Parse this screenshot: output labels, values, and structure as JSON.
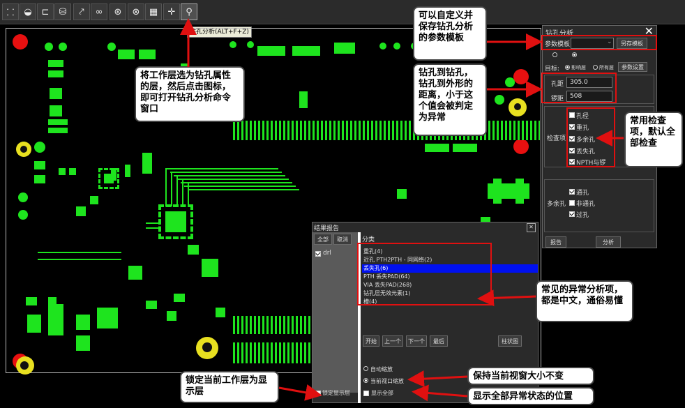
{
  "toolbar": {
    "icons": [
      "drill-path-icon",
      "layer-stack-icon",
      "netlist-icon",
      "database-icon",
      "route-icon",
      "chain-link-icon",
      "gear-circle-icon",
      "wheel-icon",
      "component-icon",
      "crosshair-icon",
      "magnifier-icon"
    ],
    "tooltip": "钻孔分析(ALT+F+Z)"
  },
  "drill_panel": {
    "title": "钻孔分析",
    "template_label": "参数模板:",
    "save_template_button": "另存模板",
    "target_label": "目标:",
    "target_option_affected": "影响层",
    "target_option_all": "所有层",
    "param_settings_button": "参数设置",
    "hole_distance_label": "孔距",
    "hole_distance_value": "305.0",
    "routing_distance_label": "锣距",
    "routing_distance_value": "508",
    "check_items_label": "检查项",
    "check_items": [
      {
        "label": "孔径",
        "checked": false
      },
      {
        "label": "重孔",
        "checked": true
      },
      {
        "label": "多余孔",
        "checked": true
      },
      {
        "label": "丢失孔",
        "checked": true
      },
      {
        "label": "NPTH与锣",
        "checked": true
      }
    ],
    "extra_holes_label": "多余孔",
    "extra_holes": [
      {
        "label": "通孔",
        "checked": true
      },
      {
        "label": "非通孔",
        "checked": false
      },
      {
        "label": "过孔",
        "checked": true
      }
    ],
    "report_button": "报告",
    "analyze_button": "分析"
  },
  "result_panel": {
    "title": "结果报告",
    "all_button": "全部",
    "cancel_button": "取消",
    "layer_name": "drl",
    "category_header": "分类",
    "categories": [
      {
        "label": "重孔(4)",
        "selected": false
      },
      {
        "label": "近孔 PTH2PTH - 同网络(2)",
        "selected": false
      },
      {
        "label": "丢失孔(6)",
        "selected": true
      },
      {
        "label": "PTH 丢失PAD(64)",
        "selected": false
      },
      {
        "label": "VIA 丢失PAD(268)",
        "selected": false
      },
      {
        "label": "钻孔层无效元素(1)",
        "selected": false
      },
      {
        "label": "槽(4)",
        "selected": false
      }
    ],
    "first_button": "开始",
    "prev_button": "上一个",
    "next_button": "下一个",
    "last_button": "最后",
    "histogram_button": "柱状图",
    "auto_zoom_label": "自动缩放",
    "current_view_label": "当前视口缩放",
    "show_all_label": "显示全部",
    "lock_layer_label": "锁定显示层"
  },
  "callouts": {
    "template": "可以自定义并保存钻孔分析的参数模板",
    "layer": "将工作层选为钻孔属性的层，然后点击图标，即可打开钻孔分析命令窗口",
    "distance": "钻孔到钻孔，钻孔到外形的距离，小于这个值会被判定为异常",
    "checks": "常用检查项，默认全部检查",
    "anomalies": "常见的异常分析项，都是中文，通俗易懂",
    "lock": "锁定当前工作层为显示层",
    "keep_view": "保持当前视窗大小不变",
    "show_all": "显示全部异常状态的位置"
  },
  "colors": {
    "accent_red": "#e01010",
    "copper": "#1ee41e",
    "selection": "#0010f0"
  }
}
